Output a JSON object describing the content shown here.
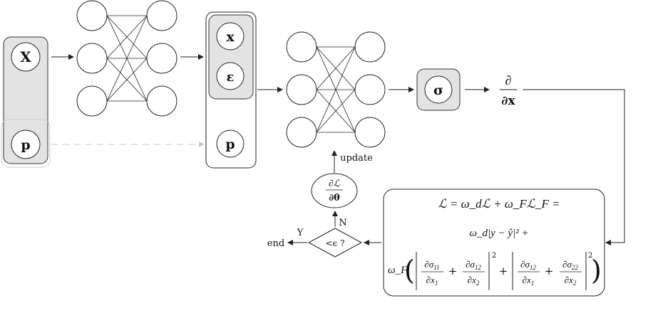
{
  "input_block": {
    "x_label": "X",
    "p_label": "p"
  },
  "middle_block": {
    "x_label": "x",
    "eps_label": "ε",
    "p_label": "p"
  },
  "sigma_label": "σ",
  "derivative": {
    "num": "∂",
    "den": "∂x"
  },
  "update_label": "update",
  "grad_node": {
    "num": "∂ℒ",
    "den": "∂θ"
  },
  "decision": {
    "label": "<ϵ ?",
    "yes": "Y",
    "no": "N",
    "end": "end"
  },
  "loss": {
    "line1": "ℒ = ω_dℒ + ω_Fℒ_F =",
    "line2": "ω_d|y − ŷ|² +",
    "omega_F": "ω_F"
  },
  "colors": {
    "shade": "#e3e3e3",
    "stroke": "#222222",
    "dashed": "#c8c8c8"
  }
}
